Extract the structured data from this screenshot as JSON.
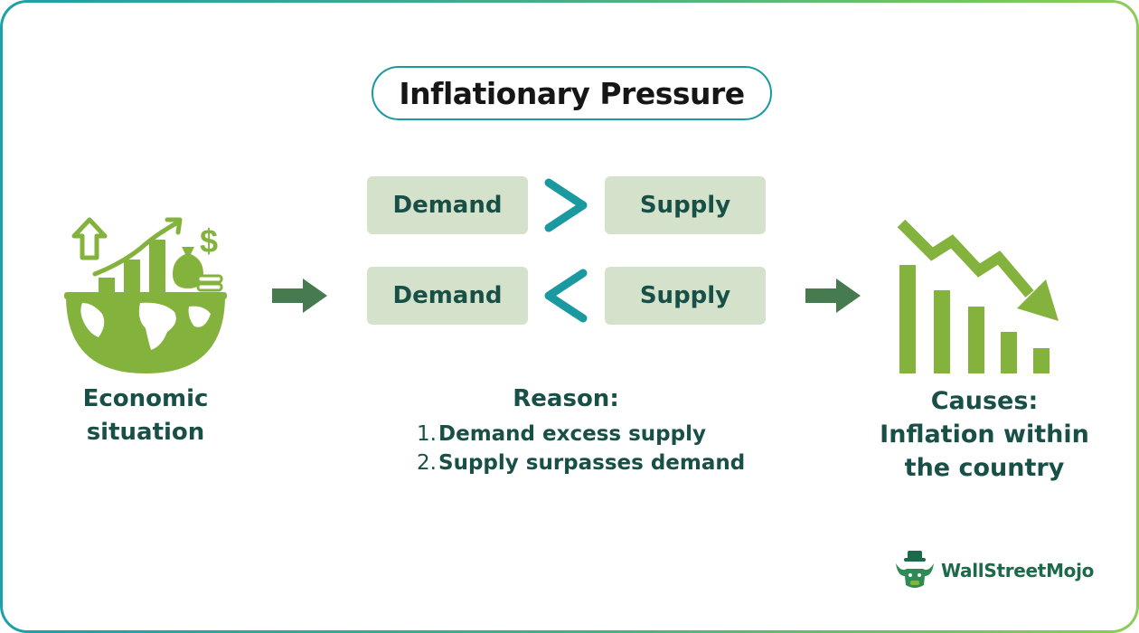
{
  "title": "Inflationary Pressure",
  "row1": {
    "left": "Demand",
    "symbol": ">",
    "right": "Supply"
  },
  "row2": {
    "left": "Demand",
    "symbol": "<",
    "right": "Supply"
  },
  "left_label": {
    "line1": "Economic",
    "line2": "situation"
  },
  "reason": {
    "title": "Reason:",
    "items": [
      {
        "num": "1.",
        "text": "Demand excess supply"
      },
      {
        "num": "2.",
        "text": "Supply surpasses demand"
      }
    ]
  },
  "right_label": {
    "line1": "Causes:",
    "line2": "Inflation within",
    "line3": "the country"
  },
  "logo": {
    "text": "WallStreetMojo"
  },
  "icons": [
    "globe-growth-icon",
    "arrow-right-icon",
    "greater-than-icon",
    "less-than-icon",
    "declining-chart-icon",
    "logo-bull-icon"
  ],
  "colors": {
    "teal": "#1a9aa0",
    "green": "#84b33d",
    "dark_green_arrow": "#467a4f",
    "box_fill": "#d4e2cb",
    "text_dark": "#184f47"
  }
}
